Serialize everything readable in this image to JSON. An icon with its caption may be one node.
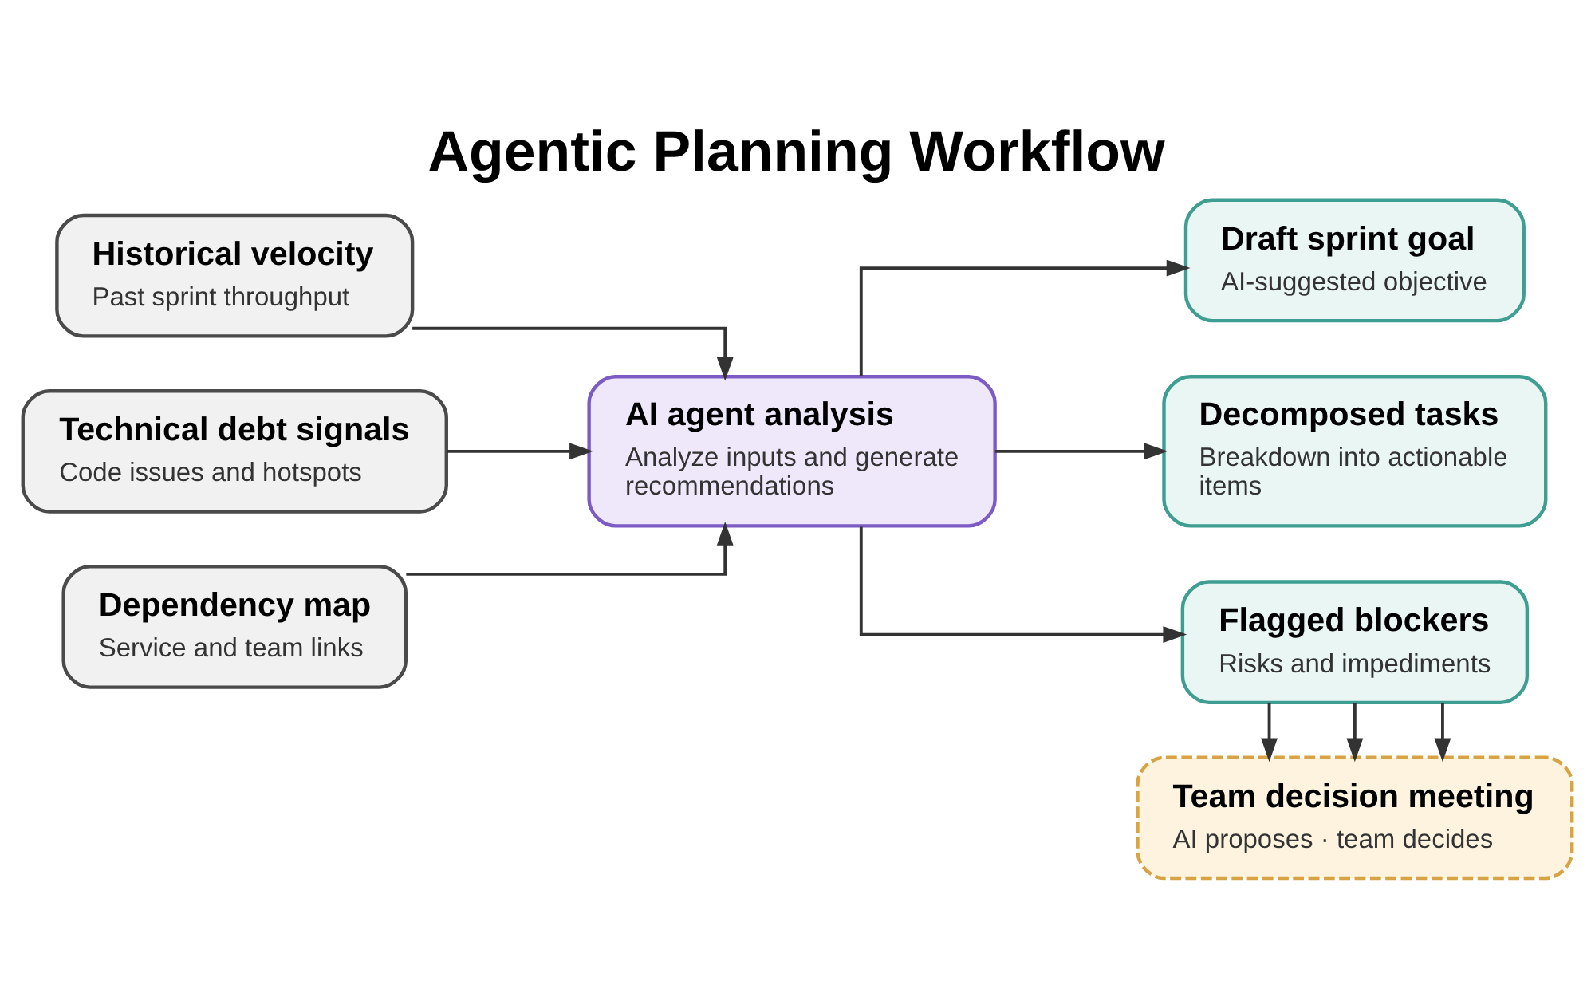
{
  "diagram": {
    "title": "Agentic Planning Workflow",
    "nodes": [
      {
        "text": [
          "Historical velocity",
          "Past sprint throughput"
        ]
      },
      {
        "text": [
          "Technical debt signals",
          "Code issues and hotspots"
        ]
      },
      {
        "text": [
          "Dependency map",
          "Service and team links"
        ]
      },
      {
        "text": [
          "AI agent analysis",
          "Analyze inputs and generate recommendations"
        ]
      },
      {
        "text": [
          "Draft sprint goal",
          "AI-suggested objective"
        ]
      },
      {
        "text": [
          "Decomposed tasks",
          "Breakdown into actionable items"
        ]
      },
      {
        "text": [
          "Flagged blockers",
          "Risks and impediments"
        ]
      },
      {
        "text": [
          "Team decision meeting",
          "AI proposes · team decides"
        ]
      }
    ],
    "edges": [
      {
        "from": 0,
        "to": 3,
        "arrow": "to"
      },
      {
        "from": 1,
        "to": 3,
        "arrow": "to"
      },
      {
        "from": 2,
        "to": 3,
        "arrow": "to"
      },
      {
        "from": 3,
        "to": 4,
        "arrow": "to"
      },
      {
        "from": 3,
        "to": 5,
        "arrow": "to"
      },
      {
        "from": 3,
        "to": 6,
        "arrow": "to"
      },
      {
        "from": 6,
        "to": 7,
        "arrow": "to"
      },
      {
        "from": 6,
        "to": 7,
        "arrow": "to"
      },
      {
        "from": 6,
        "to": 7,
        "arrow": "to"
      }
    ]
  }
}
